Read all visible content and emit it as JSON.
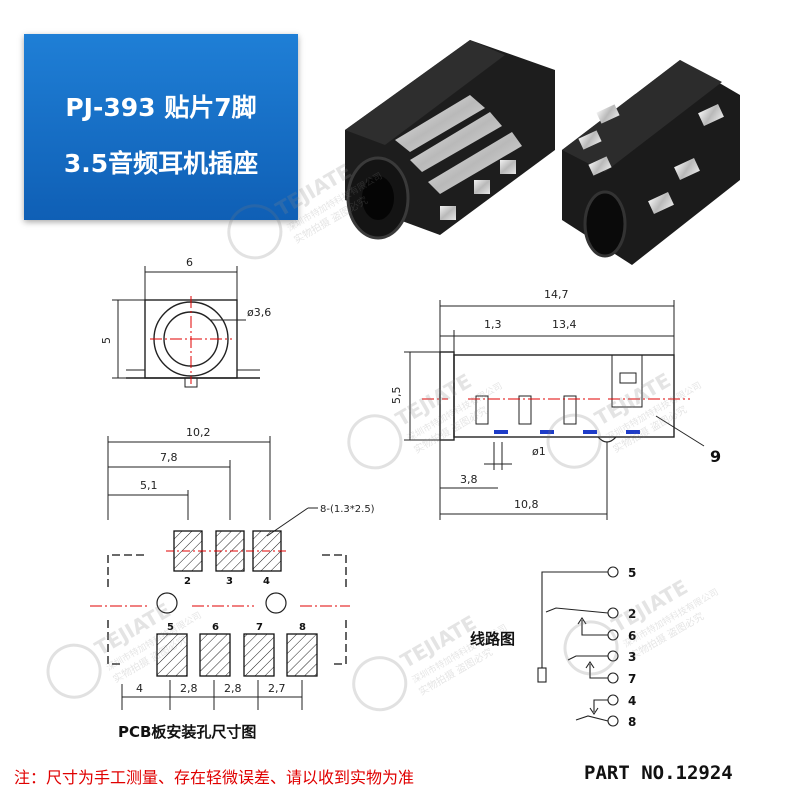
{
  "banner": {
    "line1": "PJ-393 贴片7脚",
    "line2": "3.5音频耳机插座"
  },
  "front_view": {
    "width": "6",
    "height": "5",
    "hole": "ø3,6"
  },
  "side_view": {
    "total": "14,7",
    "d1": "1,3",
    "d2": "13,4",
    "height": "5,5",
    "pin_dia": "ø1",
    "d3": "3,8",
    "d4": "10,8",
    "callout": "9"
  },
  "pcb": {
    "w1": "10,2",
    "w2": "7,8",
    "w3": "5,1",
    "pad_size": "8-(1.3*2.5)",
    "top_pins": [
      "2",
      "3",
      "4"
    ],
    "bottom_pins": [
      "5",
      "6",
      "7",
      "8"
    ],
    "bottom_dims": [
      "4",
      "2,8",
      "2,8",
      "2,7"
    ],
    "title": "PCB板安装孔尺寸图"
  },
  "circuit": {
    "title": "线路图",
    "pins": [
      "5",
      "2",
      "6",
      "3",
      "7",
      "4",
      "8"
    ]
  },
  "watermark": {
    "brand": "TEJIATE",
    "company": "深圳市特加特科技有限公司",
    "slogan": "实物拍摄 盗图必究"
  },
  "footer": {
    "note": "注：尺寸为手工测量、存在轻微误差、请以收到实物为准",
    "part": "PART NO.12924"
  }
}
